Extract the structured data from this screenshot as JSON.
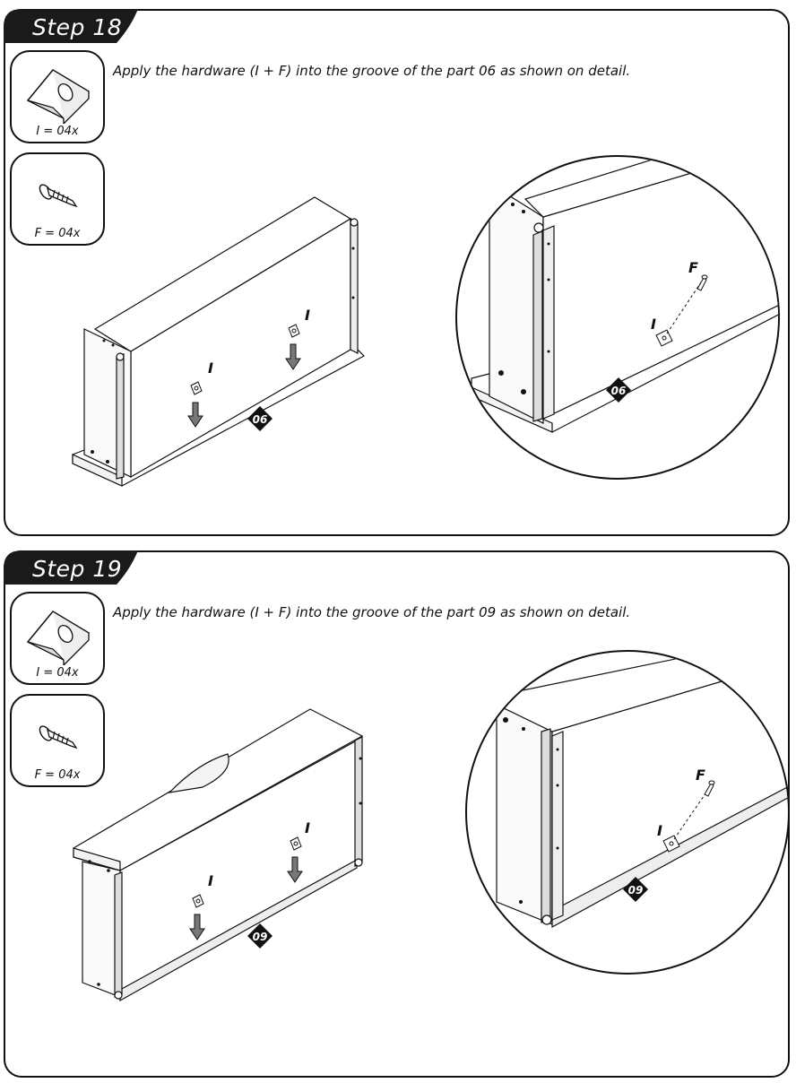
{
  "steps": [
    {
      "title": "Step 18",
      "instruction": "Apply the hardware (I + F) into the groove of the part 06 as shown on detail.",
      "hardware": [
        {
          "label": "I = 04x",
          "icon": "bracket-icon"
        },
        {
          "label": "F = 04x",
          "icon": "screw-icon"
        }
      ],
      "part_badge": "06",
      "detail_badge": "06",
      "marker_i": "I",
      "marker_f": "F"
    },
    {
      "title": "Step 19",
      "instruction": "Apply the hardware (I + F) into the groove of the part 09 as shown on detail.",
      "hardware": [
        {
          "label": "I = 04x",
          "icon": "bracket-icon"
        },
        {
          "label": "F = 04x",
          "icon": "screw-icon"
        }
      ],
      "part_badge": "09",
      "detail_badge": "09",
      "marker_i": "I",
      "marker_f": "F"
    }
  ]
}
